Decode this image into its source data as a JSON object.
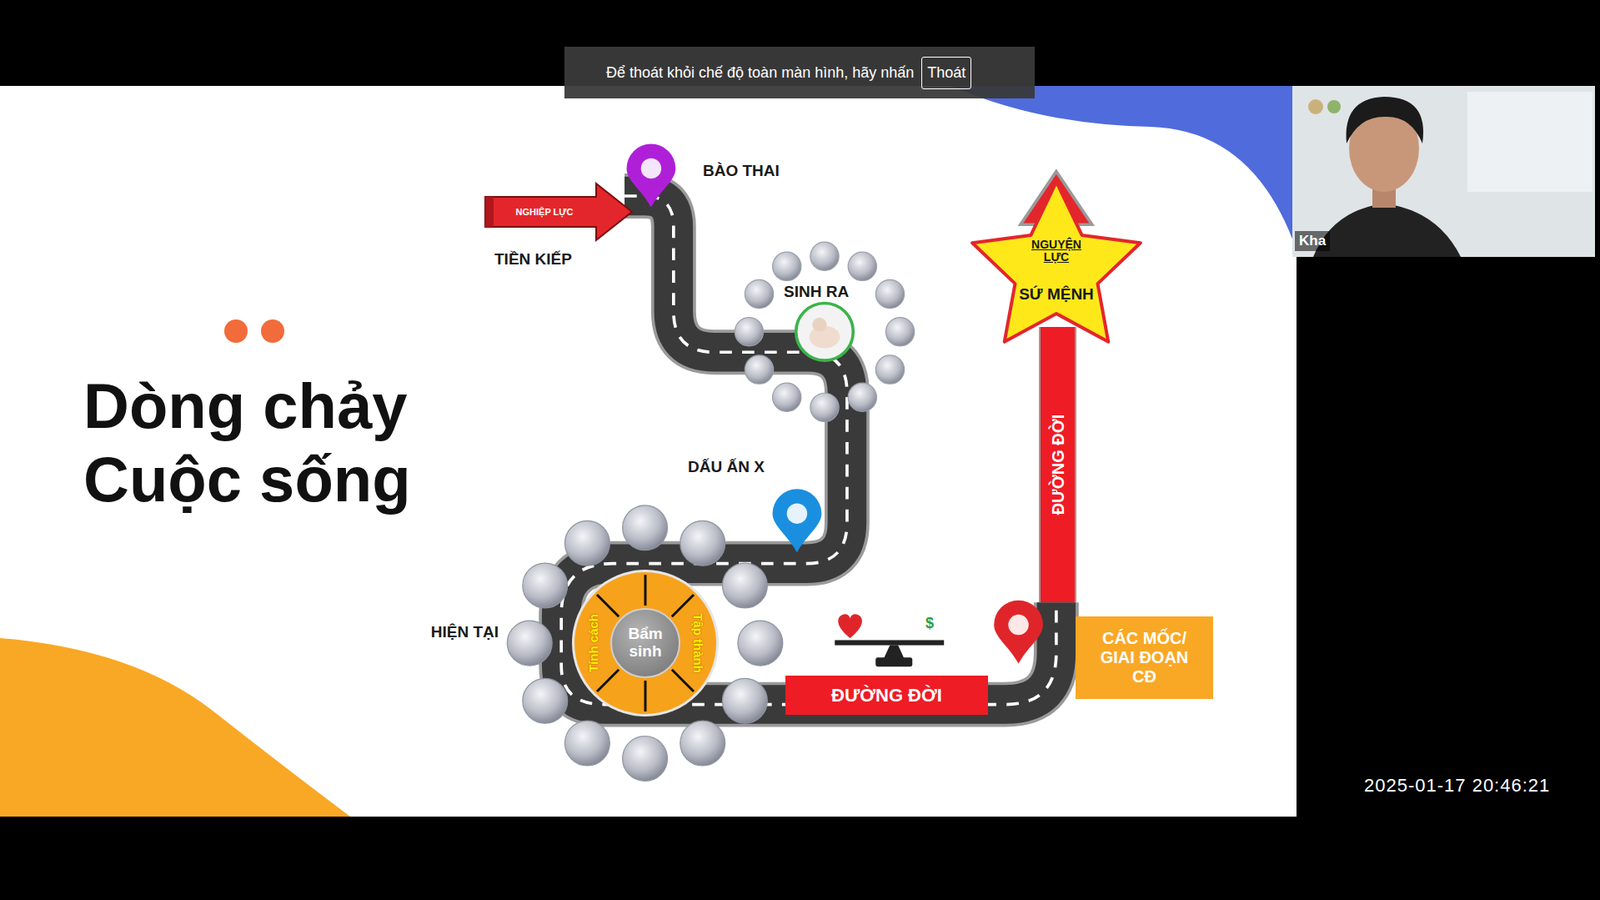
{
  "diagram": {
    "title": "Dòng chảy Cuộc sống",
    "nodes": [
      {
        "text": [
          "Để thoát khỏi chế độ toàn màn hình, hãy nhấn"
        ]
      },
      {
        "text": [
          "Thoát"
        ],
        "in": 0
      },
      {
        "text": [
          "NGHIỆP LỰC"
        ]
      },
      {
        "text": [
          "Tính cách",
          "Tập thành"
        ]
      },
      {
        "text": [
          "Bẩm sinh"
        ],
        "in": 3
      },
      {
        "text": [
          "ĐƯỜNG ĐỜI"
        ]
      },
      {
        "text": [
          "CÁC MỐC/ GIAI ĐOẠN CĐ"
        ]
      },
      {
        "text": [
          "ĐƯỜNG ĐỜI"
        ]
      },
      {
        "text": [
          "NGUYỆN LỰC",
          "SỨ MỆNH"
        ]
      }
    ],
    "labels": [
      "BÀO THAI",
      "TIỀN KIẾP",
      "SINH RA",
      "DẤU ẤN X",
      "HIỆN TẠI",
      "$",
      "Kha",
      "2025-01-17 20:46:21"
    ]
  }
}
